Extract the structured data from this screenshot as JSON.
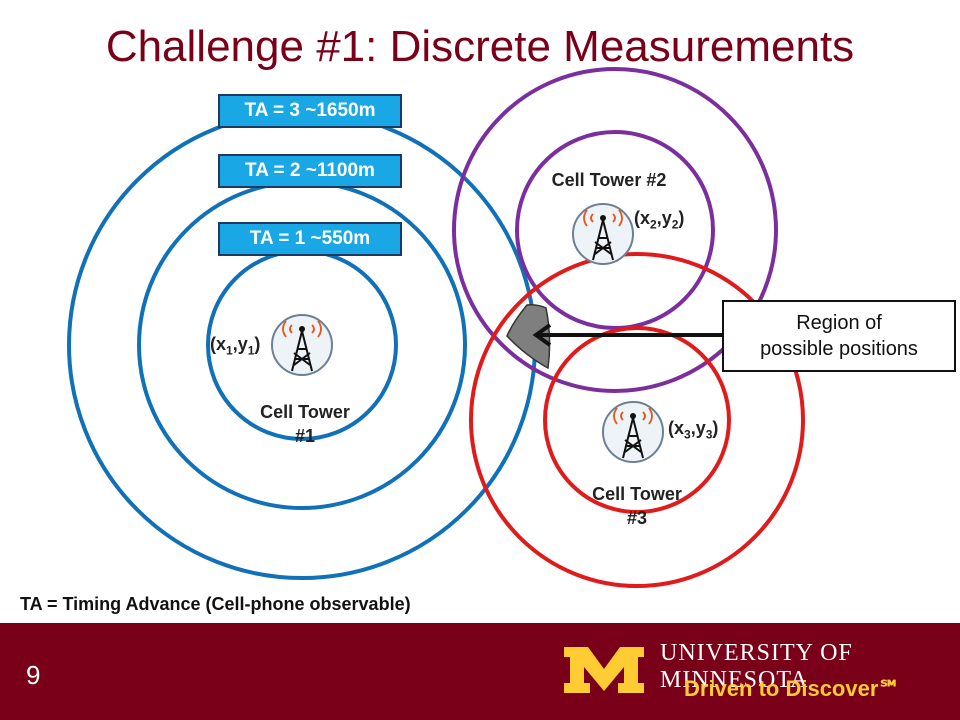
{
  "title": "Challenge #1: Discrete Measurements",
  "ta_boxes": [
    {
      "label": "TA = 3 ~1650m"
    },
    {
      "label": "TA = 2 ~1100m"
    },
    {
      "label": "TA = 1 ~550m"
    }
  ],
  "towers": [
    {
      "label_line1": "Cell Tower",
      "label_line2": "#1",
      "coord_x": "x",
      "coord_x_sub": "1",
      "coord_y": "y",
      "coord_y_sub": "1"
    },
    {
      "label_line1": "Cell Tower #2",
      "label_line2": "",
      "coord_x": "x",
      "coord_x_sub": "2",
      "coord_y": "y",
      "coord_y_sub": "2"
    },
    {
      "label_line1": "Cell Tower",
      "label_line2": "#3",
      "coord_x": "x",
      "coord_x_sub": "3",
      "coord_y": "y",
      "coord_y_sub": "3"
    }
  ],
  "region": {
    "line1": "Region of",
    "line2": "possible positions"
  },
  "footnote": "TA = Timing Advance (Cell-phone observable)",
  "footer": {
    "page_number": "9",
    "university": "UNIVERSITY OF MINNESOTA",
    "tagline": "Driven to Discover℠"
  },
  "colors": {
    "maroon": "#7a0019",
    "gold": "#ffcc33",
    "tower1_rings": "#1070b8",
    "tower2_rings": "#7b2f9e",
    "tower3_rings": "#e01b1b",
    "ta_box_fill": "#1aa7e6",
    "region_fill": "#7f7f7f"
  }
}
